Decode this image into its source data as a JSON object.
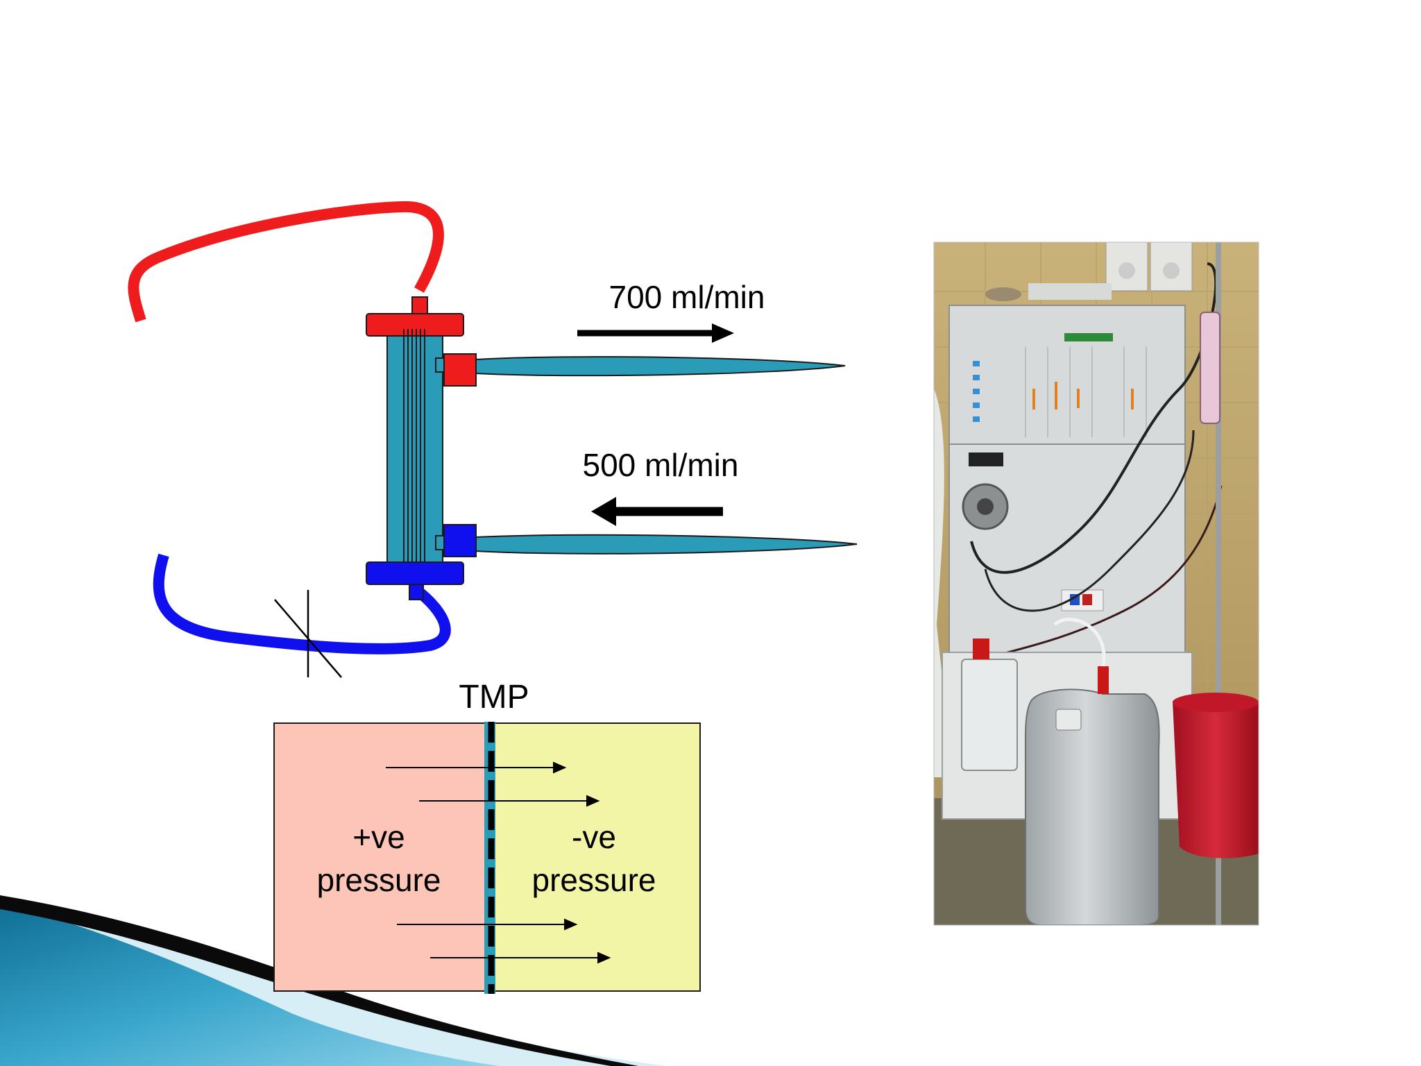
{
  "labels": {
    "blood_flow": "700 ml/min",
    "dialysate_flow": "500 ml/min",
    "tmp": "TMP",
    "positive_line1": "+ve",
    "positive_line2": "pressure",
    "negative_line1": "-ve",
    "negative_line2": "pressure"
  },
  "colors": {
    "arterial": "#ee1c1c",
    "venous": "#1010ee",
    "dialyser": "#2b9cb7",
    "positive_zone": "#fdc5b7",
    "negative_zone": "#f3f5a6",
    "membrane": "#2b9cb7",
    "slide_accent": "#1b7fa8"
  },
  "icons": {
    "photo": "dialysis-machine-photo",
    "clamp": "line-clamp-icon"
  }
}
